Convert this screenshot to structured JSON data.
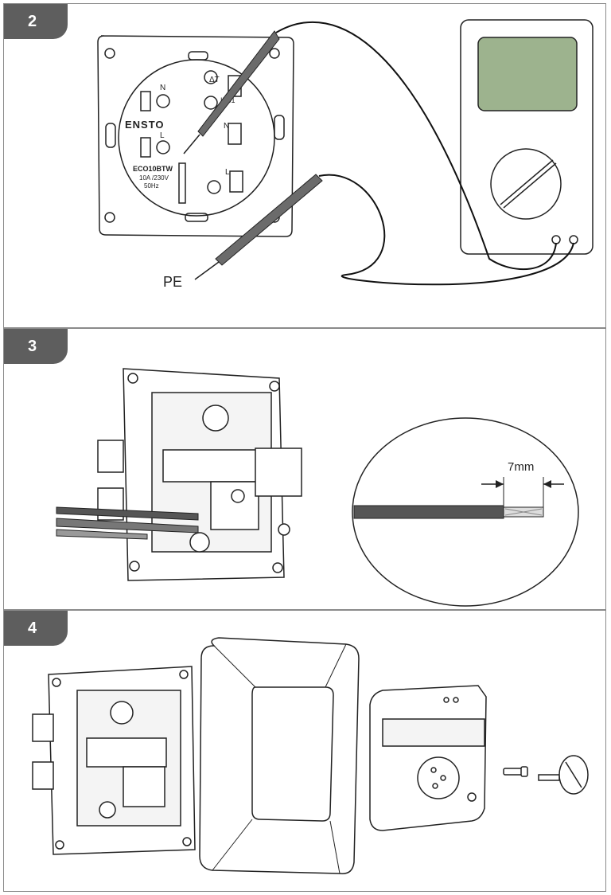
{
  "steps": [
    {
      "number": "2"
    },
    {
      "number": "3"
    },
    {
      "number": "4"
    }
  ],
  "device": {
    "brand": "ENSTO",
    "model": "ECO10BTW",
    "rating": "10A /230V",
    "frequency": "50Hz",
    "ip_rating": "IP31",
    "terminal_n": "N",
    "terminal_l": "L",
    "terminal_dt": "ΔT"
  },
  "probe_label": "PE",
  "strip_length": "7mm",
  "colors": {
    "badge": "#5e5e5e",
    "display": "#9db38e",
    "probe": "#6b6b6b"
  }
}
